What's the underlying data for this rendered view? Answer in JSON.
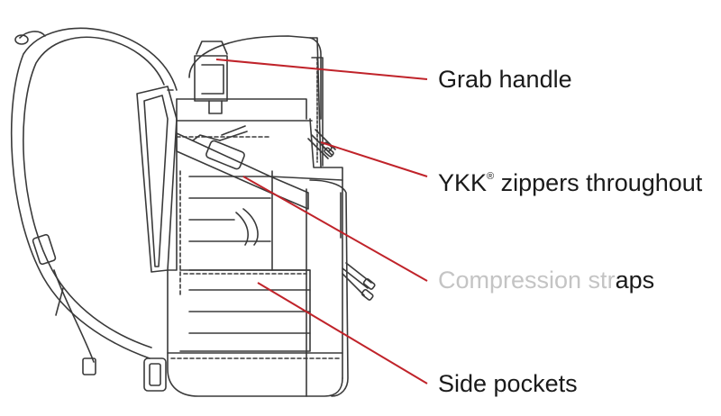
{
  "diagram": {
    "callouts": [
      {
        "id": "grab-handle",
        "label": "Grab handle"
      },
      {
        "id": "ykk-zippers",
        "label_main": "YKK",
        "label_mark": "®",
        "label_rest": " zippers throughout"
      },
      {
        "id": "compression-straps",
        "label_faded": "Compression str",
        "label_dark": "aps"
      },
      {
        "id": "side-pockets",
        "label": "Side pockets"
      }
    ],
    "colors": {
      "leader_line": "#c0232a",
      "outline": "#3a3a3a",
      "text": "#1a1a1a",
      "text_faded": "#c4c4c4",
      "background": "#ffffff"
    }
  }
}
